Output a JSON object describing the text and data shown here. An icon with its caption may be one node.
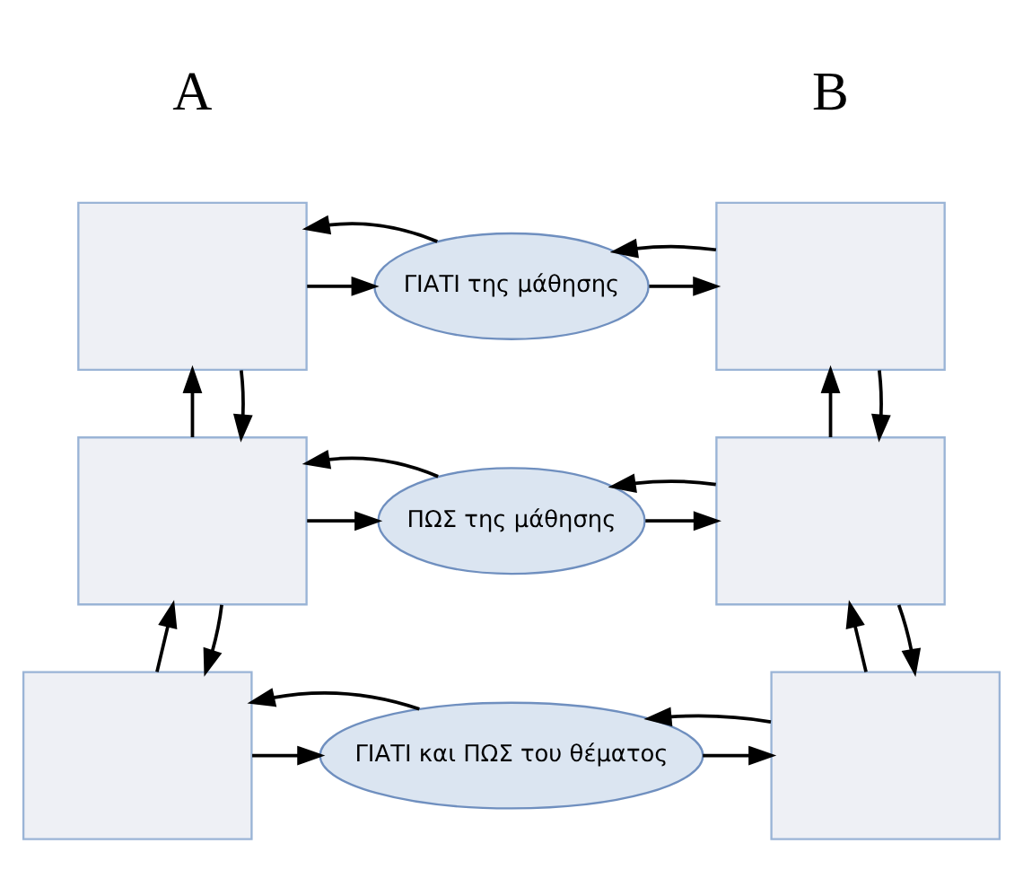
{
  "diagram": {
    "nodes": [
      {
        "text": [],
        "shape": "box"
      },
      {
        "text": [
          "ΓΙΑΤΙ της μάθησης"
        ]
      },
      {
        "text": [],
        "shape": "box"
      },
      {
        "text": [],
        "shape": "box"
      },
      {
        "text": [
          "ΠΩΣ της μάθησης"
        ]
      },
      {
        "text": [],
        "shape": "box"
      },
      {
        "text": [],
        "shape": "box"
      },
      {
        "text": [
          "ΓΙΑΤΙ και ΠΩΣ του θέματος"
        ]
      },
      {
        "text": [],
        "shape": "box"
      }
    ],
    "edges": [
      {
        "from": 0,
        "to": 1,
        "arrow": "to"
      },
      {
        "from": 1,
        "to": 2,
        "arrow": "to"
      },
      {
        "from": 2,
        "to": 1,
        "arrow": "to"
      },
      {
        "from": 1,
        "to": 0,
        "arrow": "to"
      },
      {
        "from": 3,
        "to": 4,
        "arrow": "to"
      },
      {
        "from": 4,
        "to": 5,
        "arrow": "to"
      },
      {
        "from": 5,
        "to": 4,
        "arrow": "to"
      },
      {
        "from": 4,
        "to": 3,
        "arrow": "to"
      },
      {
        "from": 6,
        "to": 7,
        "arrow": "to"
      },
      {
        "from": 7,
        "to": 8,
        "arrow": "to"
      },
      {
        "from": 8,
        "to": 7,
        "arrow": "to"
      },
      {
        "from": 7,
        "to": 6,
        "arrow": "to"
      },
      {
        "from": 3,
        "to": 0,
        "arrow": "to"
      },
      {
        "from": 0,
        "to": 3,
        "arrow": "to"
      },
      {
        "from": 6,
        "to": 3,
        "arrow": "to"
      },
      {
        "from": 3,
        "to": 6,
        "arrow": "to"
      },
      {
        "from": 5,
        "to": 2,
        "arrow": "to"
      },
      {
        "from": 2,
        "to": 5,
        "arrow": "to"
      },
      {
        "from": 8,
        "to": 5,
        "arrow": "to"
      },
      {
        "from": 5,
        "to": 8,
        "arrow": "to"
      }
    ],
    "labels": [
      "A",
      "B"
    ]
  }
}
